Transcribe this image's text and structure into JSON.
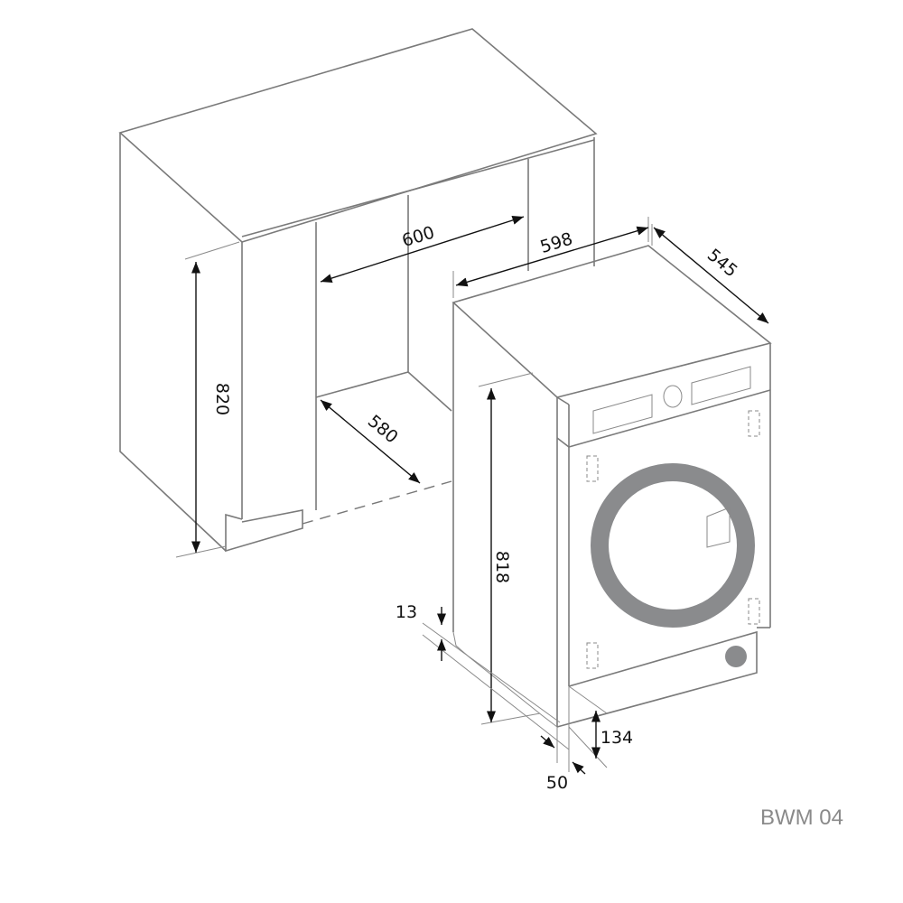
{
  "model_label": "BWM 04",
  "dimensions": {
    "niche_width": "600",
    "niche_height": "820",
    "niche_depth": "580",
    "appliance_width": "598",
    "appliance_depth": "545",
    "appliance_height": "818",
    "foot_adjust": "13",
    "plinth_height": "134",
    "plinth_recess": "50"
  },
  "colors": {
    "line": "#7a7a7a",
    "door_ring": "#8a8b8d",
    "dimension": "#111111"
  }
}
